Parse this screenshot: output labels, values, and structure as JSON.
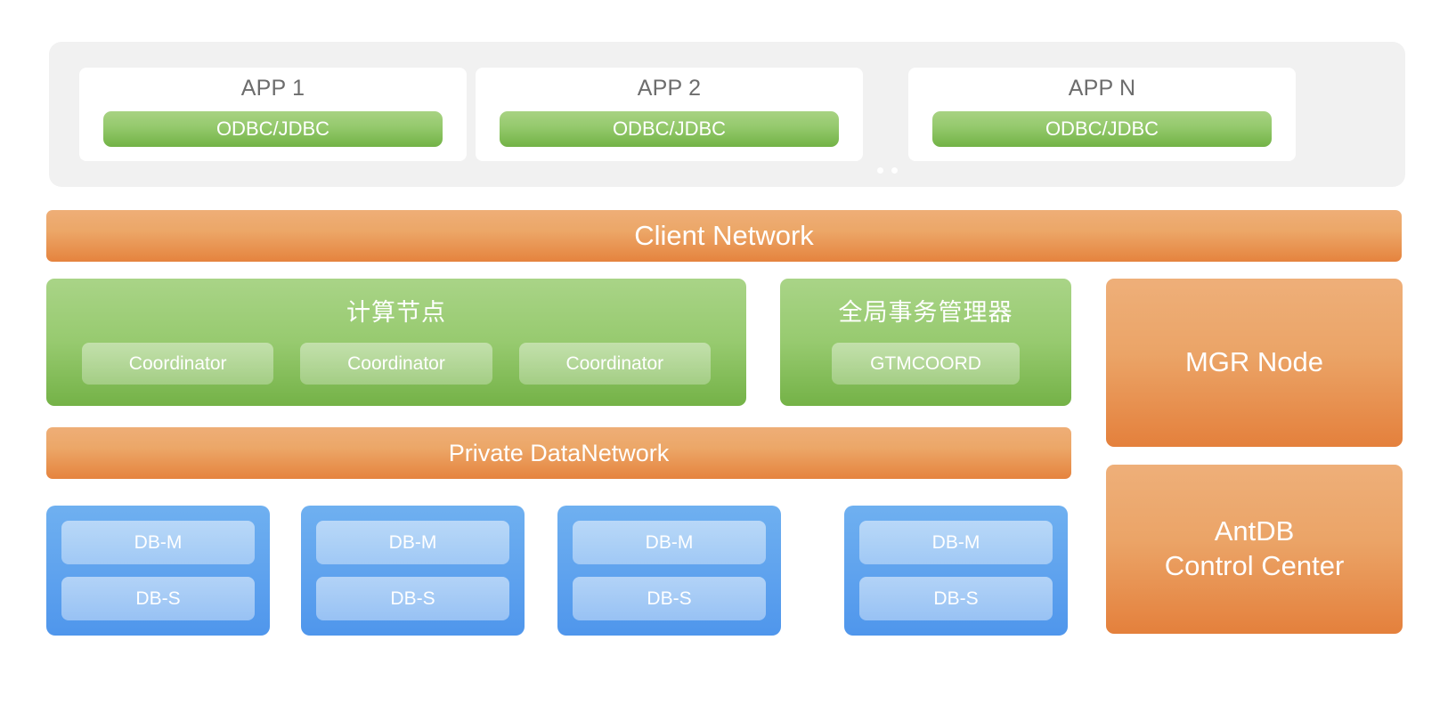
{
  "diagram": {
    "app_tier": {
      "apps": [
        {
          "title": "APP 1",
          "connector": "ODBC/JDBC"
        },
        {
          "title": "APP 2",
          "connector": "ODBC/JDBC"
        },
        {
          "title": "APP N",
          "connector": "ODBC/JDBC"
        }
      ],
      "ellipsis": "··"
    },
    "client_network": {
      "label": "Client Network"
    },
    "compute_node": {
      "title": "计算节点",
      "nodes": [
        "Coordinator",
        "Coordinator",
        "Coordinator"
      ]
    },
    "gtm": {
      "title": "全局事务管理器",
      "nodes": [
        "GTMCOORD"
      ]
    },
    "private_network": {
      "label": "Private DataNetwork"
    },
    "right_column": {
      "mgr_node": {
        "label": "MGR Node"
      },
      "control_center": {
        "line1": "AntDB",
        "line2": "Control Center"
      }
    },
    "db_shards": [
      {
        "master": "DB-M",
        "slave": "DB-S"
      },
      {
        "master": "DB-M",
        "slave": "DB-S"
      },
      {
        "master": "DB-M",
        "slave": "DB-S"
      },
      {
        "master": "DB-M",
        "slave": "DB-S"
      }
    ]
  },
  "colors": {
    "panel_gray": "#f1f1f1",
    "green_light": "#a9d487",
    "green_dark": "#74b247",
    "orange_light": "#eeaf79",
    "orange_dark": "#e4803c",
    "blue_light": "#6fb0f0",
    "blue_dark": "#4f96ec",
    "app_title_gray": "#6d6d6d",
    "text_white": "#ffffff"
  }
}
